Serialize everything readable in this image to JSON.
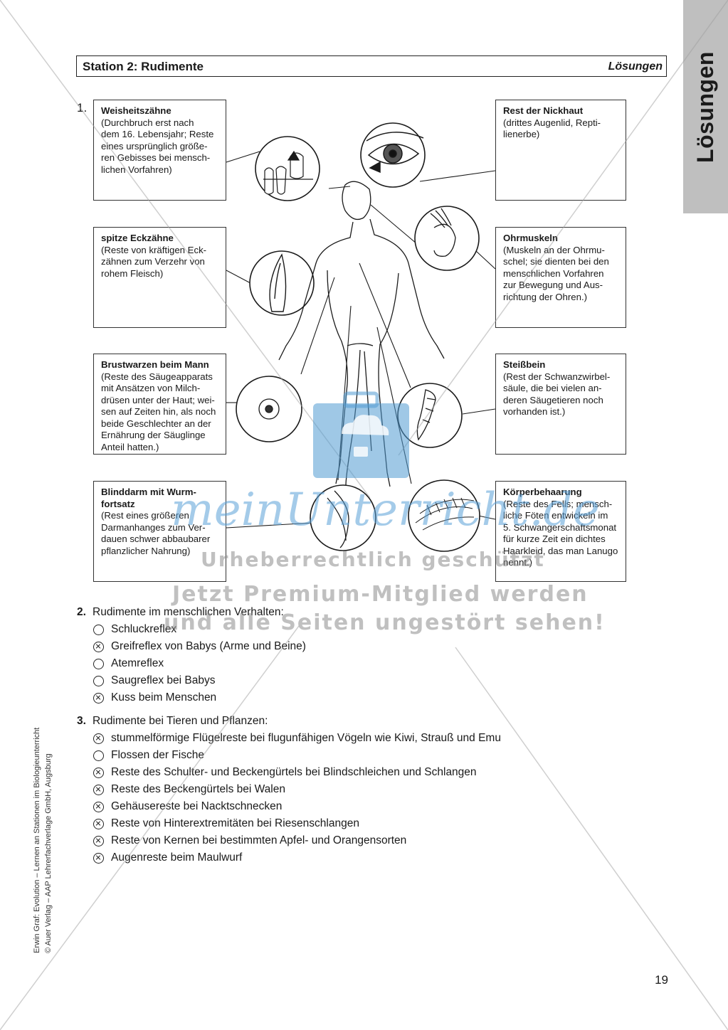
{
  "header": {
    "title": "Station 2: Rudimente",
    "right": "Lösungen"
  },
  "side_tab": {
    "label": "Lösungen"
  },
  "q1": {
    "number": "1.",
    "boxes": [
      {
        "title": "Weisheitszähne",
        "lines": [
          "(Durchbruch erst nach",
          "dem 16. Lebensjahr; Reste",
          "eines ursprünglich größe-",
          "ren Gebisses bei mensch-",
          "lichen Vorfahren)"
        ]
      },
      {
        "title": "Rest der Nickhaut",
        "lines": [
          "(drittes Augenlid, Repti-",
          "lienerbe)"
        ]
      },
      {
        "title": "spitze Eckzähne",
        "lines": [
          "(Reste von kräftigen Eck-",
          "zähnen zum Verzehr von",
          "rohem Fleisch)"
        ]
      },
      {
        "title": "Ohrmuskeln",
        "lines": [
          "(Muskeln an der Ohrmu-",
          "schel; sie dienten bei den",
          "menschlichen Vorfahren",
          "zur Bewegung und Aus-",
          "richtung der Ohren.)"
        ]
      },
      {
        "title": "Brustwarzen beim Mann",
        "lines": [
          "(Reste des Säugeapparats",
          "mit Ansätzen von Milch-",
          "drüsen unter der Haut; wei-",
          "sen auf Zeiten hin, als noch",
          "beide Geschlechter an der",
          "Ernährung der Säuglinge",
          "Anteil hatten.)"
        ]
      },
      {
        "title": "Steißbein",
        "lines": [
          "(Rest der Schwanzwirbel-",
          "säule, die bei vielen an-",
          "deren Säugetieren noch",
          "vorhanden ist.)"
        ]
      },
      {
        "title": "Blinddarm mit Wurm-",
        "lines": [
          "fortsatz",
          "(Rest eines größeren",
          "Darmanhanges zum Ver-",
          "dauen schwer abbaubarer",
          "pflanzlicher Nahrung)"
        ]
      },
      {
        "title": "Körperbehaarung",
        "lines": [
          "(Reste des Fells; mensch-",
          "liche Föten entwickeln im",
          "5. Schwangerschaftsmonat",
          "für kurze Zeit ein dichtes",
          "Haarkleid, das man Lanugo",
          "nennt.)"
        ]
      }
    ]
  },
  "q2": {
    "number": "2.",
    "question": "Rudimente im menschlichen Verhalten:",
    "options": [
      {
        "text": "Schluckreflex",
        "checked": false
      },
      {
        "text": "Greifreflex von Babys (Arme und Beine)",
        "checked": true
      },
      {
        "text": "Atemreflex",
        "checked": false
      },
      {
        "text": "Saugreflex bei Babys",
        "checked": false
      },
      {
        "text": "Kuss beim Menschen",
        "checked": true
      }
    ]
  },
  "q3": {
    "number": "3.",
    "question": "Rudimente bei Tieren und Pflanzen:",
    "options": [
      {
        "text": "stummelförmige Flügelreste bei flugunfähigen Vögeln wie Kiwi, Strauß und Emu",
        "checked": true
      },
      {
        "text": "Flossen der Fische",
        "checked": false
      },
      {
        "text": "Reste des Schulter- und Beckengürtels bei Blindschleichen und Schlangen",
        "checked": true
      },
      {
        "text": "Reste des Beckengürtels bei Walen",
        "checked": true
      },
      {
        "text": "Gehäusereste bei Nacktschnecken",
        "checked": true
      },
      {
        "text": "Reste von Hinterextremitäten bei Riesenschlangen",
        "checked": true
      },
      {
        "text": "Reste von Kernen bei bestimmten Apfel- und Orangensorten",
        "checked": true
      },
      {
        "text": "Augenreste beim Maulwurf",
        "checked": true
      }
    ]
  },
  "footer": {
    "credit_line1": "Erwin Graf: Evolution – Lernen an Stationen im Biologieunterricht",
    "credit_line2": "© Auer Verlag – AAP Lehrerfachverlage GmbH, Augsburg",
    "page_number": "19"
  },
  "watermark": {
    "logo": "meinUnterricht.de",
    "line1": "Urheberrechtlich geschützt",
    "line2": "Jetzt Premium-Mitglied werden",
    "line3": "und alle Seiten ungestört sehen!"
  }
}
